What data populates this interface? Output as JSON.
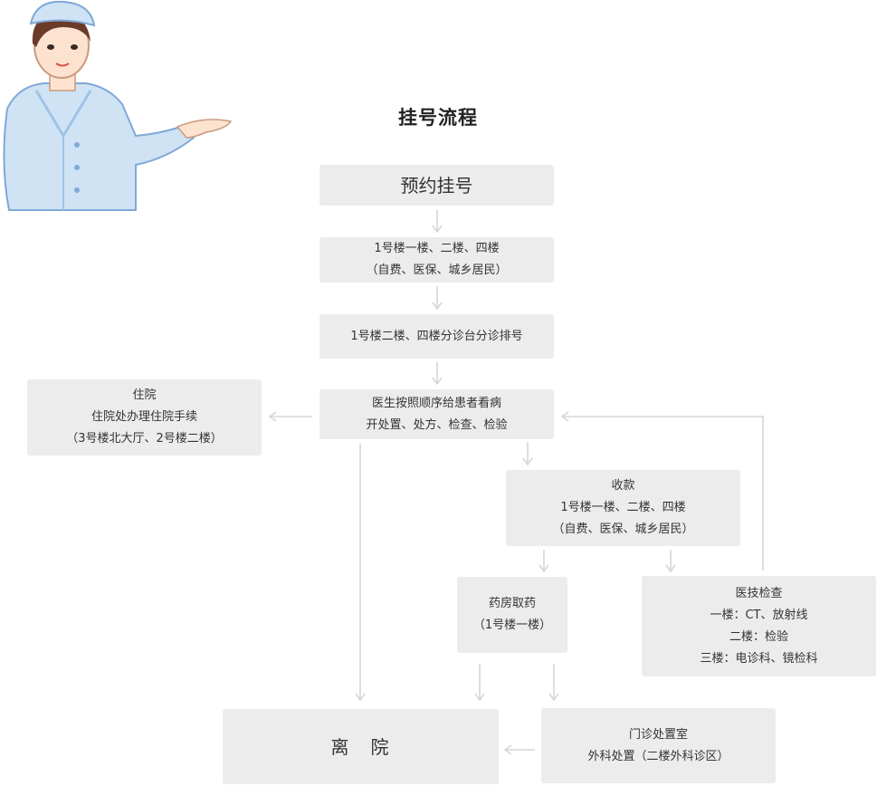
{
  "title": "挂号流程",
  "nodes": {
    "booking": {
      "lines": [
        "预约挂号"
      ]
    },
    "register": {
      "lines": [
        "1号楼一楼、二楼、四楼",
        "（自费、医保、城乡居民）"
      ]
    },
    "triage": {
      "lines": [
        "1号楼二楼、四楼分诊台分诊排号"
      ]
    },
    "doctor": {
      "lines": [
        "医生按照顺序给患者看病",
        "开处置、处方、检查、检验"
      ]
    },
    "inpatient": {
      "lines": [
        "住院",
        "住院处办理住院手续",
        "（3号楼北大厅、2号楼二楼）"
      ]
    },
    "payment": {
      "lines": [
        "收款",
        "1号楼一楼、二楼、四楼",
        "（自费、医保、城乡居民）"
      ]
    },
    "pharmacy": {
      "lines": [
        "药房取药",
        "（1号楼一楼）"
      ]
    },
    "exam": {
      "lines": [
        "医技检查",
        "一楼：CT、放射线",
        "二楼：检验",
        "三楼：电诊科、镜检科"
      ]
    },
    "leave": {
      "lines": [
        "离　院"
      ]
    },
    "clinic": {
      "lines": [
        "门诊处置室",
        "外科处置（二楼外科诊区）"
      ]
    }
  },
  "colors": {
    "box_fill": "#ececec",
    "arrow": "#d6d6d6",
    "uniform": "#cfe3f5",
    "uniform_shade": "#9fc3e6",
    "skin": "#fde3cf",
    "hair": "#6b3b2a"
  }
}
